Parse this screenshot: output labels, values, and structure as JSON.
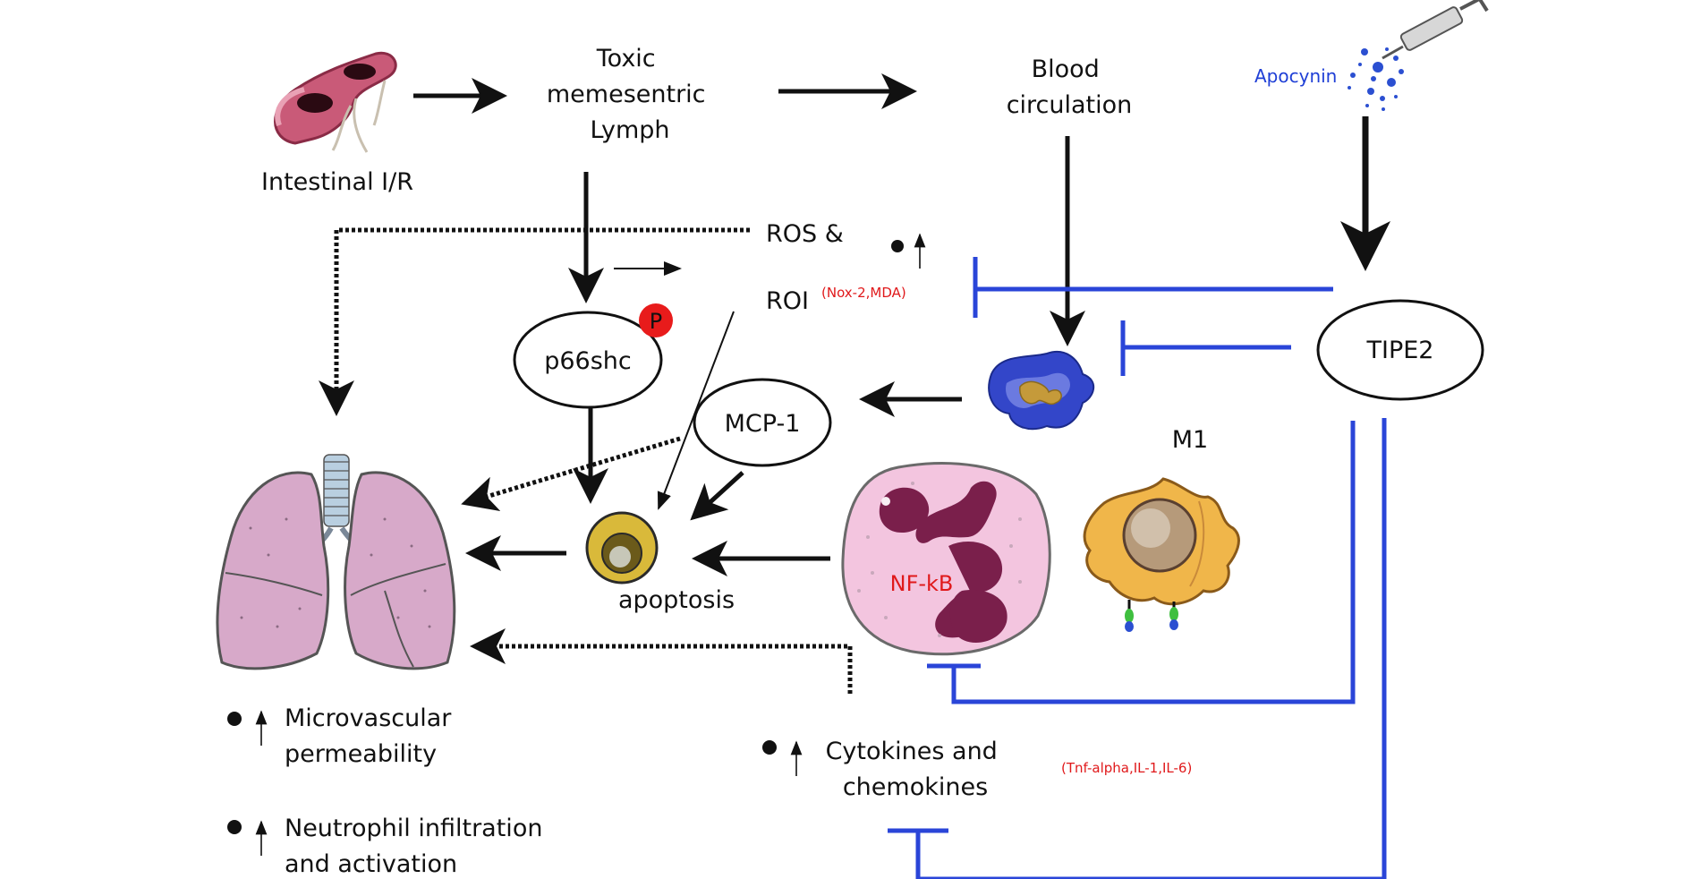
{
  "labels": {
    "intestinal": "Intestinal I/R",
    "toxic_lines": [
      "Toxic",
      "memesentric",
      "Lymph"
    ],
    "blood_lines": [
      "Blood",
      "circulation"
    ],
    "apocynin": "Apocynin",
    "ros": "ROS &",
    "roi": "ROI",
    "nox": "(Nox-2,MDA)",
    "p66": "p66shc",
    "p_badge": "P",
    "tipe2": "TIPE2",
    "mcp1": "MCP-1",
    "m1": "M1",
    "apoptosis": "apoptosis",
    "nfkb": "NF-kB",
    "micro_lines": [
      "Microvascular",
      "permeability"
    ],
    "neutro_lines": [
      "Neutrophil infiltration",
      "and activation"
    ],
    "cyto_lines": [
      "Cytokines and",
      "chemokines"
    ],
    "tnf": "(Tnf-alpha,IL-1,IL-6)"
  },
  "colors": {
    "black": "#111111",
    "inhibition_blue": "#2a45d8",
    "label_red": "#e0191b",
    "lung_fill": "#d7a9c9",
    "neutrophil_fill": "#f3c5df",
    "nucleus_purple": "#7a1f4b",
    "macrophage_fill": "#f0b64a",
    "monocyte_blue": "#3346c9",
    "apoptotic_fill": "#d9b93a"
  }
}
